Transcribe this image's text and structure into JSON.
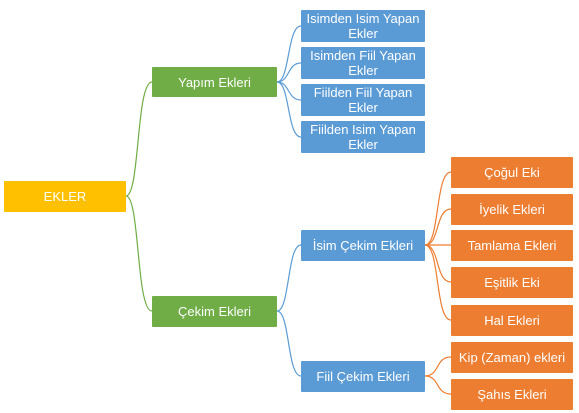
{
  "root": {
    "label": "EKLER"
  },
  "branches": [
    {
      "label": "Yapım Ekleri",
      "children": [
        "Isimden Isim Yapan Ekler",
        "Isimden Fiil Yapan Ekler",
        "Fiilden Fiil Yapan Ekler",
        "Fiilden Isim Yapan Ekler"
      ]
    },
    {
      "label": "Çekim Ekleri",
      "children": [
        {
          "label": "İsim Çekim Ekleri",
          "children": [
            "Çoğul Eki",
            "İyelik Ekleri",
            "Tamlama Ekleri",
            "Eşitlik Eki",
            "Hal Ekleri"
          ]
        },
        {
          "label": "Fiil Çekim Ekleri",
          "children": [
            "Kip (Zaman) ekleri",
            "Şahıs Ekleri"
          ]
        }
      ]
    }
  ],
  "colors": {
    "root": "#FFC000",
    "level1": "#70AD47",
    "level2": "#5B9BD5",
    "level3": "#ED7D31",
    "link_green": "#70AD47",
    "link_blue": "#5B9BD5",
    "link_orange": "#ED7D31"
  }
}
